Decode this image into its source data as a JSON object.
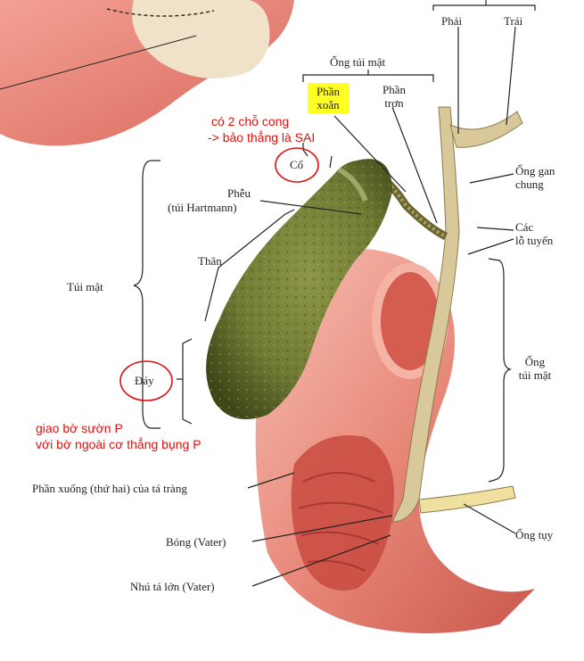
{
  "labels": {
    "phai": "Phải",
    "trai": "Trái",
    "ong_tui_mat_top": "Ống túi mật",
    "phan_xoan_1": "Phần",
    "phan_xoan_2": "xoắn",
    "phan_tron_1": "Phần",
    "phan_tron_2": "trơn",
    "co": "Cổ",
    "pheu": "Phễu",
    "tui_hartmann": "(túi Hartmann)",
    "ong_gan_chung_1": "Ống gan",
    "ong_gan_chung_2": "chung",
    "cac_lo_tuyen_1": "Các",
    "cac_lo_tuyen_2": "lỗ tuyến",
    "than": "Thân",
    "tui_mat": "Túi mật",
    "day": "Đáy",
    "ong_tui_mat_right_1": "Ống",
    "ong_tui_mat_right_2": "túi mật",
    "phan_xuong": "Phần xuống (thứ hai) của tá tràng",
    "bong_vater": "Bóng (Vater)",
    "ong_tuy": "Ống tụy",
    "nhu_ta_lon": "Nhú tá lớn (Vater)"
  },
  "annotations": {
    "note_top_1": "có 2 chỗ cong",
    "note_top_2": "-> bảo thẳng là SAI",
    "note_bottom_1": "giao bờ sườn P",
    "note_bottom_2": "với bờ ngoài cơ thẳng bụng P"
  },
  "colors": {
    "annotation_red": "#e01010",
    "highlight_yellow": "#ffff22",
    "gallbladder_green": "#6f7a34",
    "duodenum_pink": "#e58a7c",
    "duct_tan": "#d9c99a"
  }
}
